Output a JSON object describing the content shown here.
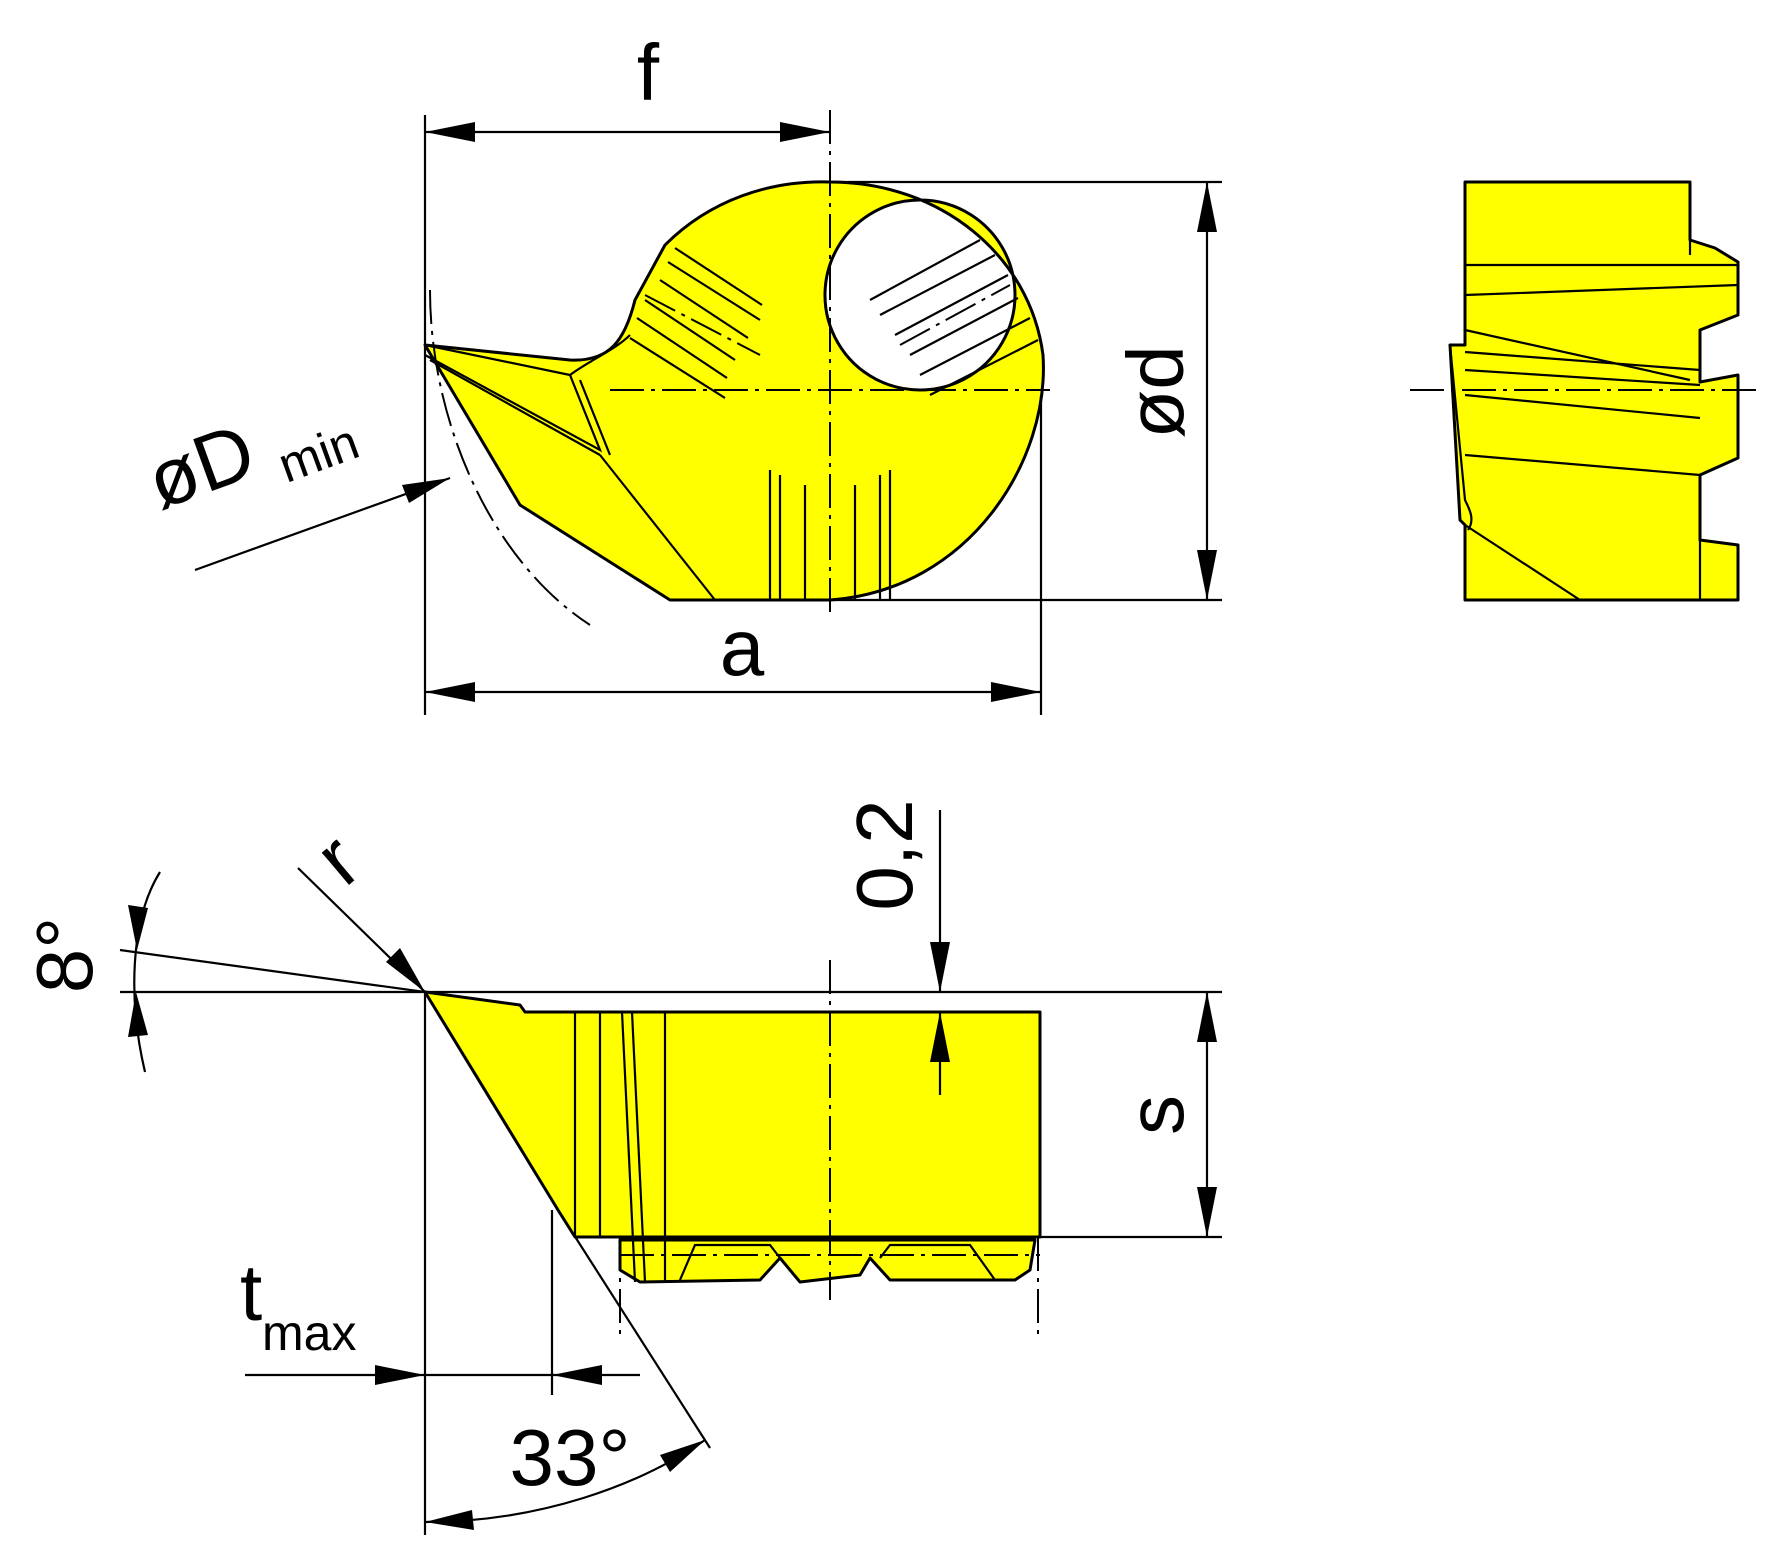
{
  "labels": {
    "f": "f",
    "a": "a",
    "d_phi": "ød",
    "D_phi": "øD",
    "D_sub": "min",
    "r": "r",
    "angle_8": "8°",
    "dim_02": "0,2",
    "s": "s",
    "t": "t",
    "t_sub": "max",
    "angle_33": "33°"
  },
  "colors": {
    "insert_fill": "#ffff00",
    "line": "#000000",
    "background": "#ffffff"
  }
}
